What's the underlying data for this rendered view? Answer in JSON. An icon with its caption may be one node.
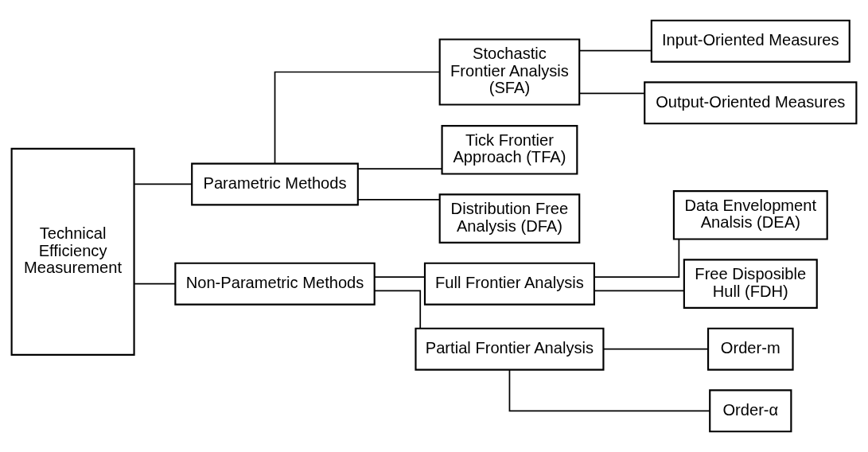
{
  "diagram": {
    "nodes": [
      {
        "text": [
          "Technical Efficiency Measurement"
        ]
      },
      {
        "text": [
          "Parametric Methods"
        ]
      },
      {
        "text": [
          "Stochastic Frontier Analysis (SFA)"
        ]
      },
      {
        "text": [
          "Input-Oriented Measures"
        ]
      },
      {
        "text": [
          "Output-Oriented Measures"
        ]
      },
      {
        "text": [
          "Tick Frontier Approach (TFA)"
        ]
      },
      {
        "text": [
          "Distribution Free Analysis (DFA)"
        ]
      },
      {
        "text": [
          "Non-Parametric Methods"
        ]
      },
      {
        "text": [
          "Full Frontier Analysis"
        ]
      },
      {
        "text": [
          "Data Envelopment Analsis (DEA)"
        ]
      },
      {
        "text": [
          "Free Disposible Hull (FDH)"
        ]
      },
      {
        "text": [
          "Partial Frontier Analysis"
        ]
      },
      {
        "text": [
          "Order-m"
        ]
      },
      {
        "text": [
          "Order-α"
        ]
      }
    ],
    "edges": [
      {
        "from": 0,
        "to": 1,
        "arrow": "none"
      },
      {
        "from": 0,
        "to": 7,
        "arrow": "none"
      },
      {
        "from": 1,
        "to": 2,
        "arrow": "none"
      },
      {
        "from": 1,
        "to": 5,
        "arrow": "none"
      },
      {
        "from": 1,
        "to": 6,
        "arrow": "none"
      },
      {
        "from": 2,
        "to": 3,
        "arrow": "none"
      },
      {
        "from": 2,
        "to": 4,
        "arrow": "none"
      },
      {
        "from": 7,
        "to": 8,
        "arrow": "none"
      },
      {
        "from": 7,
        "to": 11,
        "arrow": "none"
      },
      {
        "from": 8,
        "to": 9,
        "arrow": "none"
      },
      {
        "from": 8,
        "to": 10,
        "arrow": "none"
      },
      {
        "from": 11,
        "to": 12,
        "arrow": "none"
      },
      {
        "from": 11,
        "to": 13,
        "arrow": "none"
      }
    ]
  }
}
